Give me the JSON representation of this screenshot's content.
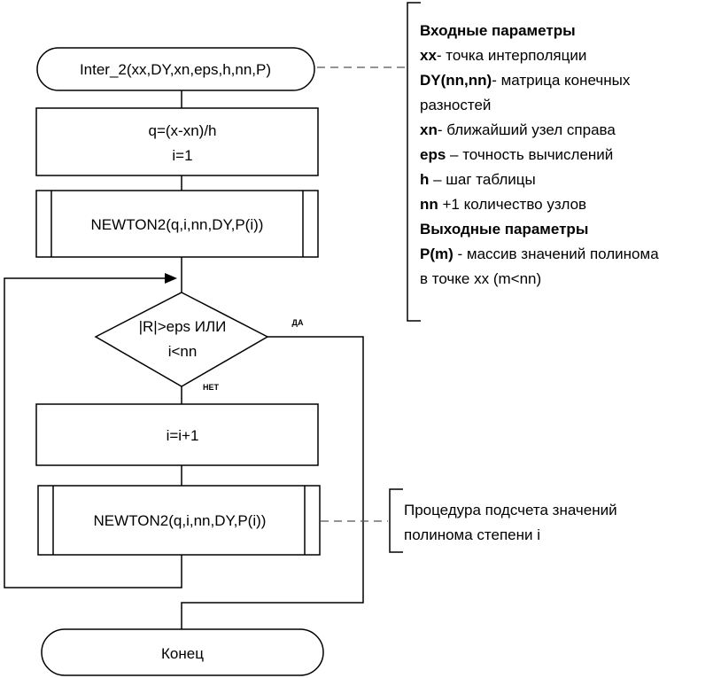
{
  "start_label": "Inter_2(xx,DY,xn,eps,h,nn,P)",
  "init_block": {
    "line1": "q=(x-xn)/h",
    "line2": "i=1"
  },
  "call1_label": "NEWTON2(q,i,nn,DY,P(i))",
  "decision": {
    "line1": "|R|>eps ИЛИ",
    "line2": "i<nn"
  },
  "yes_label": "ДА",
  "no_label": "НЕТ",
  "increment_label": "i=i+1",
  "call2_label": "NEWTON2(q,i,nn,DY,P(i))",
  "end_label": "Конец",
  "params_note": {
    "input_header": "Входные параметры",
    "items": [
      {
        "key": "xx",
        "text": "- точка интерполяции"
      },
      {
        "key": "DY(nn,nn)",
        "text": "- матрица конечных"
      },
      {
        "key": "",
        "text": "разностей"
      },
      {
        "key": "xn",
        "text": "- ближайший узел справа"
      },
      {
        "key": "eps",
        "text": " – точность вычислений"
      },
      {
        "key": "h",
        "text": " – шаг таблицы"
      },
      {
        "key": "nn",
        "text": " +1 количество узлов"
      }
    ],
    "output_header": "Выходные параметры",
    "output_items": [
      {
        "key": "P(m)",
        "text": " - массив значений полинома"
      },
      {
        "key": "",
        "text": "в точке xx (m<nn)"
      }
    ]
  },
  "procedure_note": {
    "line1": "Процедура подсчета значений",
    "line2": "полинома степени i"
  }
}
